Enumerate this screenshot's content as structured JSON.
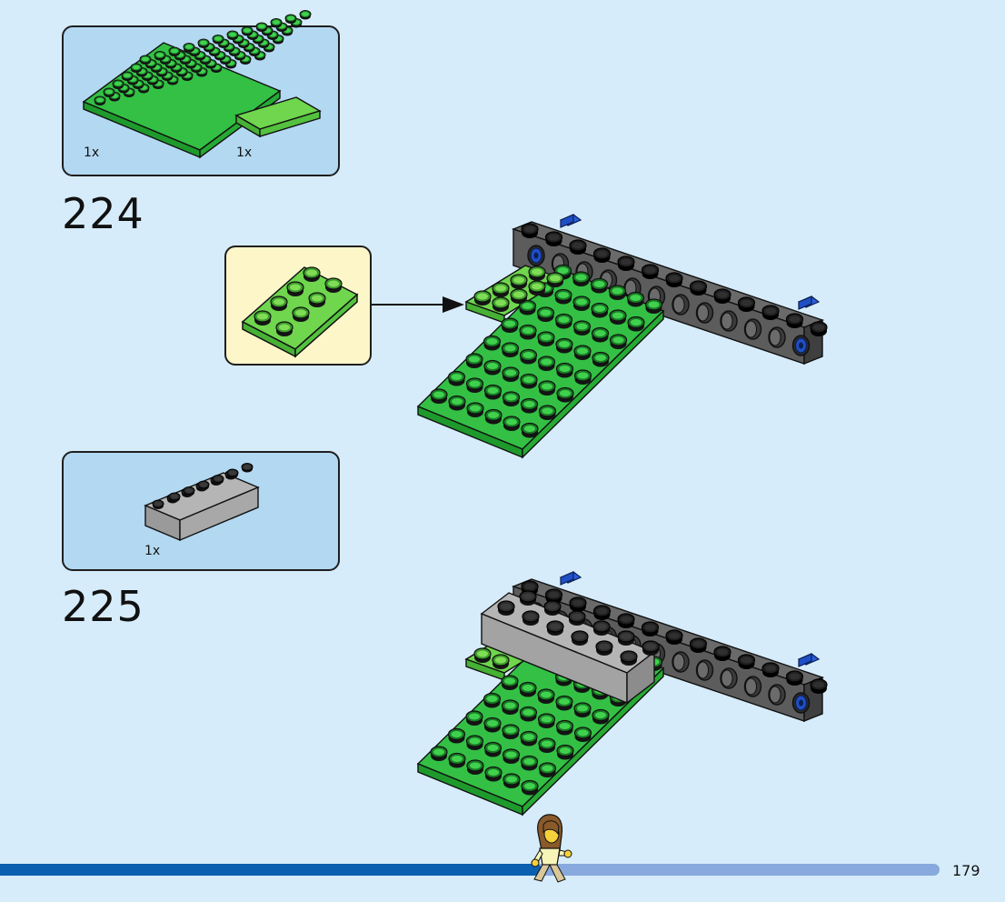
{
  "steps": [
    {
      "number": "224",
      "parts": [
        {
          "qty": "1x",
          "part": "green-plate-6x16-icon",
          "color": "#2fbf3f"
        },
        {
          "qty": "1x",
          "part": "lime-plate-2x4-icon",
          "color": "#5fcf45"
        }
      ],
      "callout_part": "lime-plate-2x4-icon"
    },
    {
      "number": "225",
      "parts": [
        {
          "qty": "1x",
          "part": "gray-brick-2x6-icon",
          "color": "#a5a5a5"
        }
      ]
    }
  ],
  "page_number": "179",
  "colors": {
    "background": "#d6ecfa",
    "parts_box": "#b3d8f2",
    "callout": "#fdf6c9",
    "progress_done": "#0a5fb0",
    "progress_remaining": "#87a9dd",
    "green": "#2fbf3f",
    "lime": "#5fcf45",
    "dark_gray": "#5c5c5c",
    "light_gray": "#a5a5a5",
    "blue_pin": "#1f4fc4"
  }
}
